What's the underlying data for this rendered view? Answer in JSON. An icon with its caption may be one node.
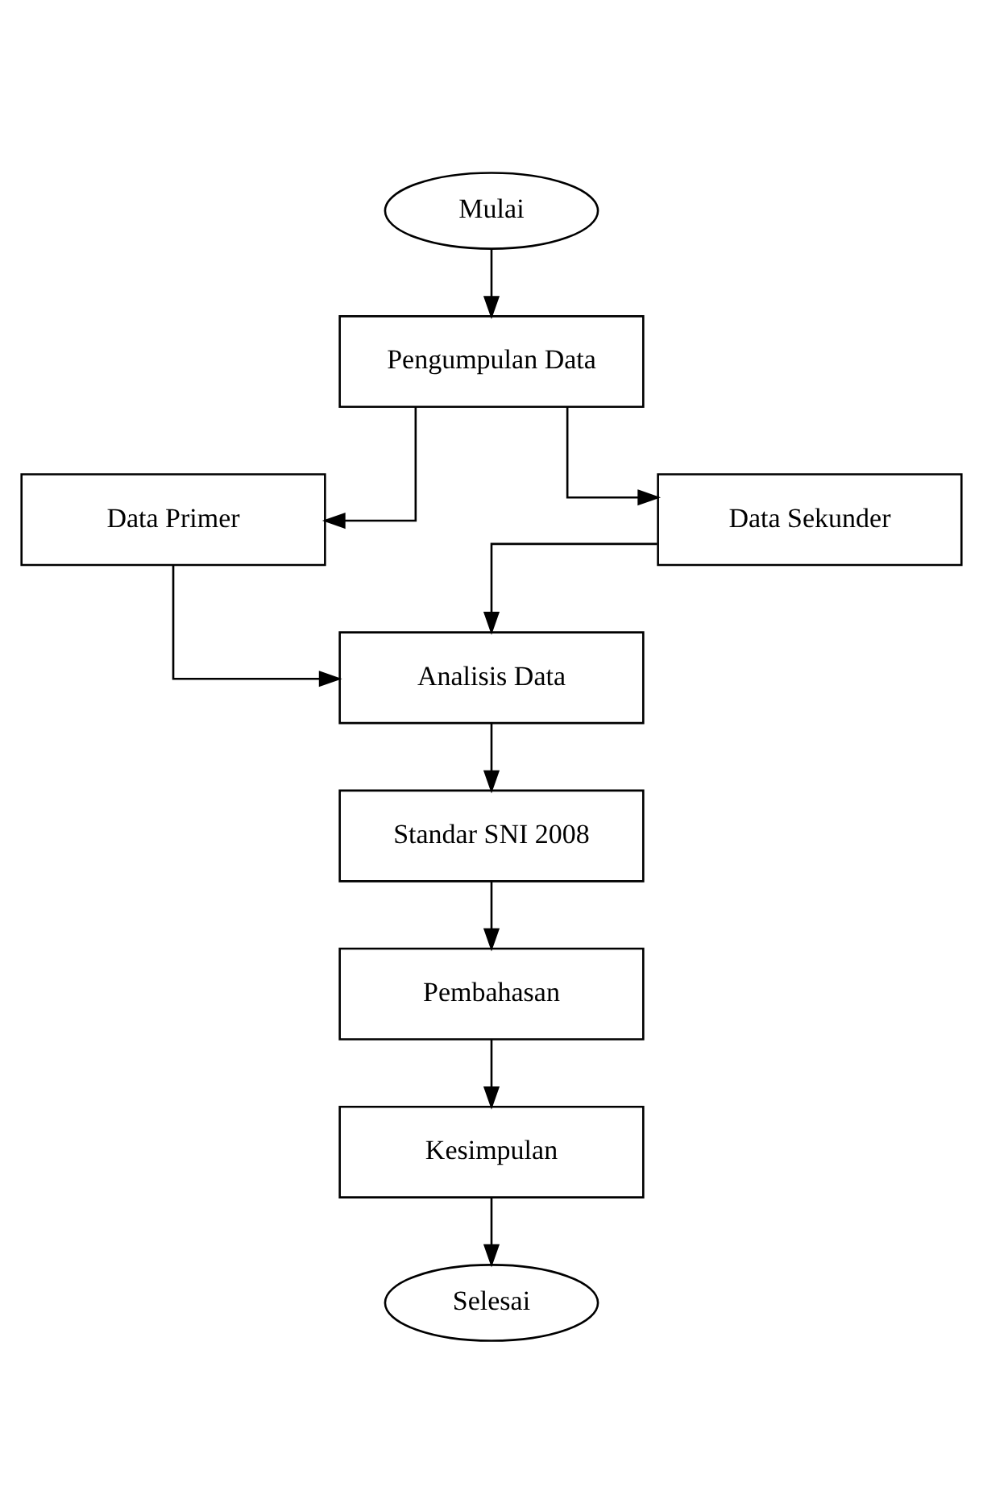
{
  "diagram": {
    "nodes": [
      {
        "text": [
          "Mulai"
        ]
      },
      {
        "text": [
          "Pengumpulan Data"
        ]
      },
      {
        "text": [
          "Data Primer"
        ]
      },
      {
        "text": [
          "Data Sekunder"
        ]
      },
      {
        "text": [
          "Analisis Data"
        ]
      },
      {
        "text": [
          "Standar SNI 2008"
        ]
      },
      {
        "text": [
          "Pembahasan"
        ]
      },
      {
        "text": [
          "Kesimpulan"
        ]
      },
      {
        "text": [
          "Selesai"
        ]
      }
    ],
    "edges": [
      {
        "from": 0,
        "to": 1,
        "arrow": "to"
      },
      {
        "from": 1,
        "to": 2,
        "arrow": "to"
      },
      {
        "from": 1,
        "to": 3,
        "arrow": "to"
      },
      {
        "from": 2,
        "to": 4,
        "arrow": "to"
      },
      {
        "from": 3,
        "to": 4,
        "arrow": "to"
      },
      {
        "from": 4,
        "to": 5,
        "arrow": "to"
      },
      {
        "from": 5,
        "to": 6,
        "arrow": "to"
      },
      {
        "from": 6,
        "to": 7,
        "arrow": "to"
      },
      {
        "from": 7,
        "to": 8,
        "arrow": "to"
      }
    ]
  }
}
